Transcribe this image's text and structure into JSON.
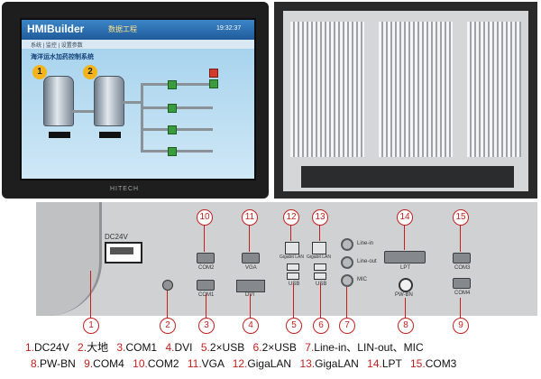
{
  "front": {
    "hmi_title": "HMIBuilder",
    "hmi_subtitle": "数据工程",
    "clock": "19:32:37",
    "nav": "系统 | 监控 | 设置参数",
    "screen_title": "海洋运水加药控制系统",
    "tank_numbers": [
      "1",
      "2"
    ],
    "brand": "HITECH"
  },
  "panel_labels": {
    "dc24v": "DC24V",
    "com2": "COM2",
    "com1": "COM1",
    "vga": "VGA",
    "dvi": "DVI",
    "gigalan1": "Gigabit LAN",
    "gigalan2": "Gigabit LAN",
    "usb1": "USB",
    "usb2": "USB",
    "line_in": "Line-in",
    "line_out": "Line-out",
    "mic": "MIC",
    "lpt": "LPT",
    "pwbn": "PW-BN",
    "com3": "COM3",
    "com4": "COM4"
  },
  "callouts": [
    "1",
    "2",
    "3",
    "4",
    "5",
    "6",
    "7",
    "8",
    "9",
    "10",
    "11",
    "12",
    "13",
    "14",
    "15"
  ],
  "legend": {
    "line1": [
      {
        "n": "1.",
        "t": "DC24V"
      },
      {
        "n": "2.",
        "t": "大地"
      },
      {
        "n": "3.",
        "t": "COM1"
      },
      {
        "n": "4.",
        "t": "DVI"
      },
      {
        "n": "5.",
        "t": "2×USB"
      },
      {
        "n": "6.",
        "t": "2×USB"
      },
      {
        "n": "7.",
        "t": "Line-in、LIN-out、MIC"
      }
    ],
    "line2": [
      {
        "n": "8.",
        "t": "PW-BN"
      },
      {
        "n": "9.",
        "t": "COM4"
      },
      {
        "n": "10.",
        "t": "COM2"
      },
      {
        "n": "11.",
        "t": "VGA"
      },
      {
        "n": "12.",
        "t": "GigaLAN"
      },
      {
        "n": "13.",
        "t": "GigaLAN"
      },
      {
        "n": "14.",
        "t": "LPT"
      },
      {
        "n": "15.",
        "t": "COM3"
      }
    ]
  },
  "colors": {
    "accent": "#c21e1e",
    "screen_bar": "#1f5a9a"
  }
}
